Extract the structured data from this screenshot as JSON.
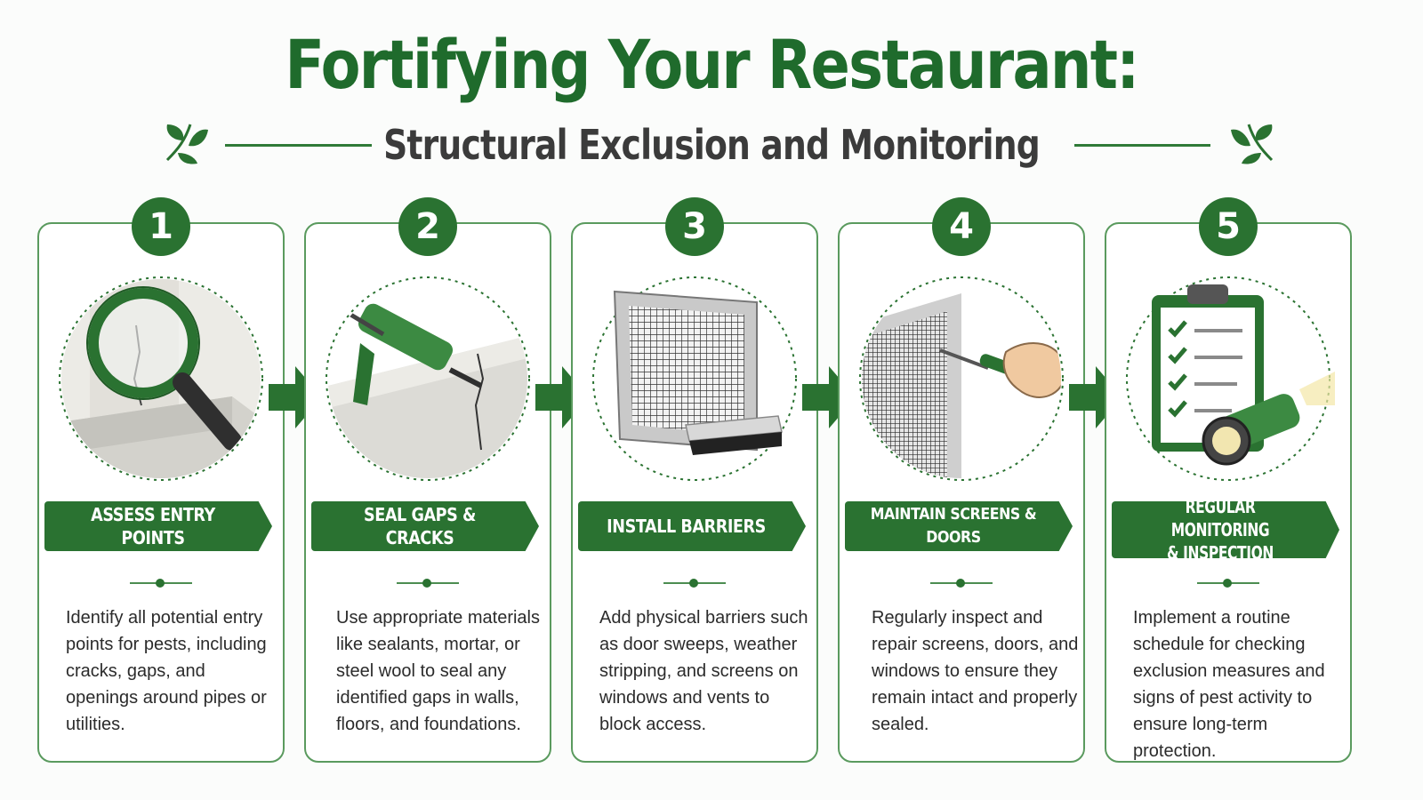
{
  "header": {
    "title": "Fortifying Your Restaurant:",
    "subtitle": "Structural Exclusion and Monitoring"
  },
  "colors": {
    "primary_green": "#2a7231",
    "title_green": "#1f6b2c",
    "subtitle_gray": "#3b3b3b",
    "border_green": "#5a9a5e"
  },
  "steps": [
    {
      "number": "1",
      "title": "ASSESS ENTRY POINTS",
      "description": "Identify all potential entry points for pests, including cracks, gaps, and openings around pipes or utilities.",
      "icon": "magnifying-glass-icon"
    },
    {
      "number": "2",
      "title": "SEAL GAPS & CRACKS",
      "description": "Use appropriate materials like sealants, mortar, or steel wool to seal any identified gaps in walls, floors, and foundations.",
      "icon": "caulk-gun-icon"
    },
    {
      "number": "3",
      "title": "INSTALL BARRIERS",
      "description": "Add physical barriers such as door sweeps, weather stripping, and screens on windows and vents to block access.",
      "icon": "mesh-screen-icon"
    },
    {
      "number": "4",
      "title": "MAINTAIN SCREENS & DOORS",
      "description": "Regularly inspect and repair screens, doors, and windows to ensure they remain intact and properly sealed.",
      "icon": "screwdriver-icon"
    },
    {
      "number": "5",
      "title_line1": "REGULAR MONITORING",
      "title_line2": "& INSPECTION",
      "description": "Implement a routine schedule for checking exclusion measures and signs of pest activity to ensure long-term protection.",
      "icon": "clipboard-flashlight-icon"
    }
  ]
}
